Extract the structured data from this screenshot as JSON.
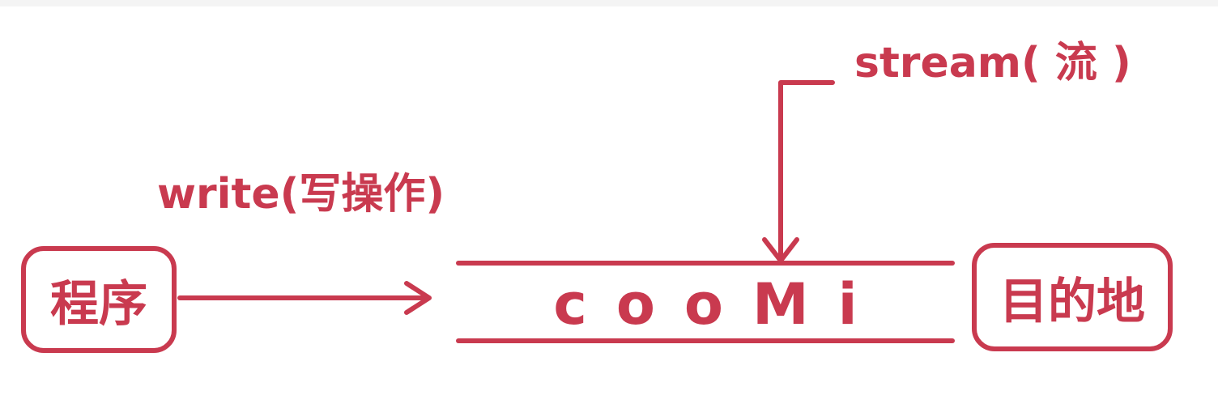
{
  "labels": {
    "stream": "stream( 流 )",
    "write": "write(写操作)"
  },
  "nodes": {
    "program": "程序",
    "destination": "目的地"
  },
  "stream_chars": [
    "c",
    "o",
    "o",
    "M",
    "i"
  ],
  "colors": {
    "accent": "#c93a4f",
    "background": "#ffffff"
  }
}
